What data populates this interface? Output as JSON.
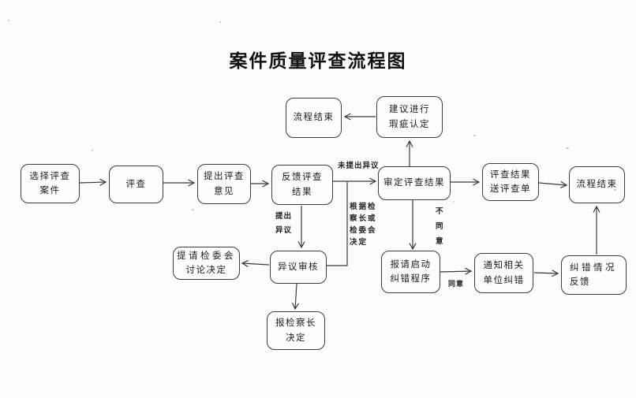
{
  "title": "案件质量评查流程图",
  "colors": {
    "ink": "#3a3a3a",
    "paper": "#fcfcfb"
  },
  "nodes": {
    "select_case": {
      "lines": [
        "选择评查",
        "案件"
      ]
    },
    "review": {
      "lines": [
        "评查"
      ]
    },
    "propose_opinion": {
      "lines": [
        "提出评查",
        "意见"
      ]
    },
    "feedback_result": {
      "lines": [
        "反馈评查",
        "结果"
      ]
    },
    "approve_result": {
      "lines": [
        "审定评查结果"
      ]
    },
    "send_form": {
      "lines": [
        "评查结果",
        "送评查单"
      ]
    },
    "end_right": {
      "lines": [
        "流程结束"
      ]
    },
    "end_top": {
      "lines": [
        "流程结束"
      ]
    },
    "defect_determination": {
      "lines": [
        "建议进行",
        "瑕疵认定"
      ]
    },
    "committee_decision": {
      "lines": [
        "提请检委会",
        "讨论决定"
      ]
    },
    "objection_review": {
      "lines": [
        "异议审核"
      ]
    },
    "report_chief": {
      "lines": [
        "报检察长",
        "决定"
      ]
    },
    "request_correction": {
      "lines": [
        "报请启动",
        "纠错程序"
      ]
    },
    "notify_units": {
      "lines": [
        "通知相关",
        "单位纠错"
      ]
    },
    "correction_feedback": {
      "lines": [
        "纠错情况",
        "反馈"
      ]
    }
  },
  "edge_labels": {
    "no_objection": "未提出异议",
    "objection_raised": {
      "lines": [
        "提出",
        "异议"
      ]
    },
    "per_decision": {
      "lines": [
        "根据检",
        "察长或",
        "检委会",
        "决定"
      ]
    },
    "disagree": {
      "lines": [
        "不",
        "同",
        "意"
      ]
    },
    "agree": "同意"
  }
}
